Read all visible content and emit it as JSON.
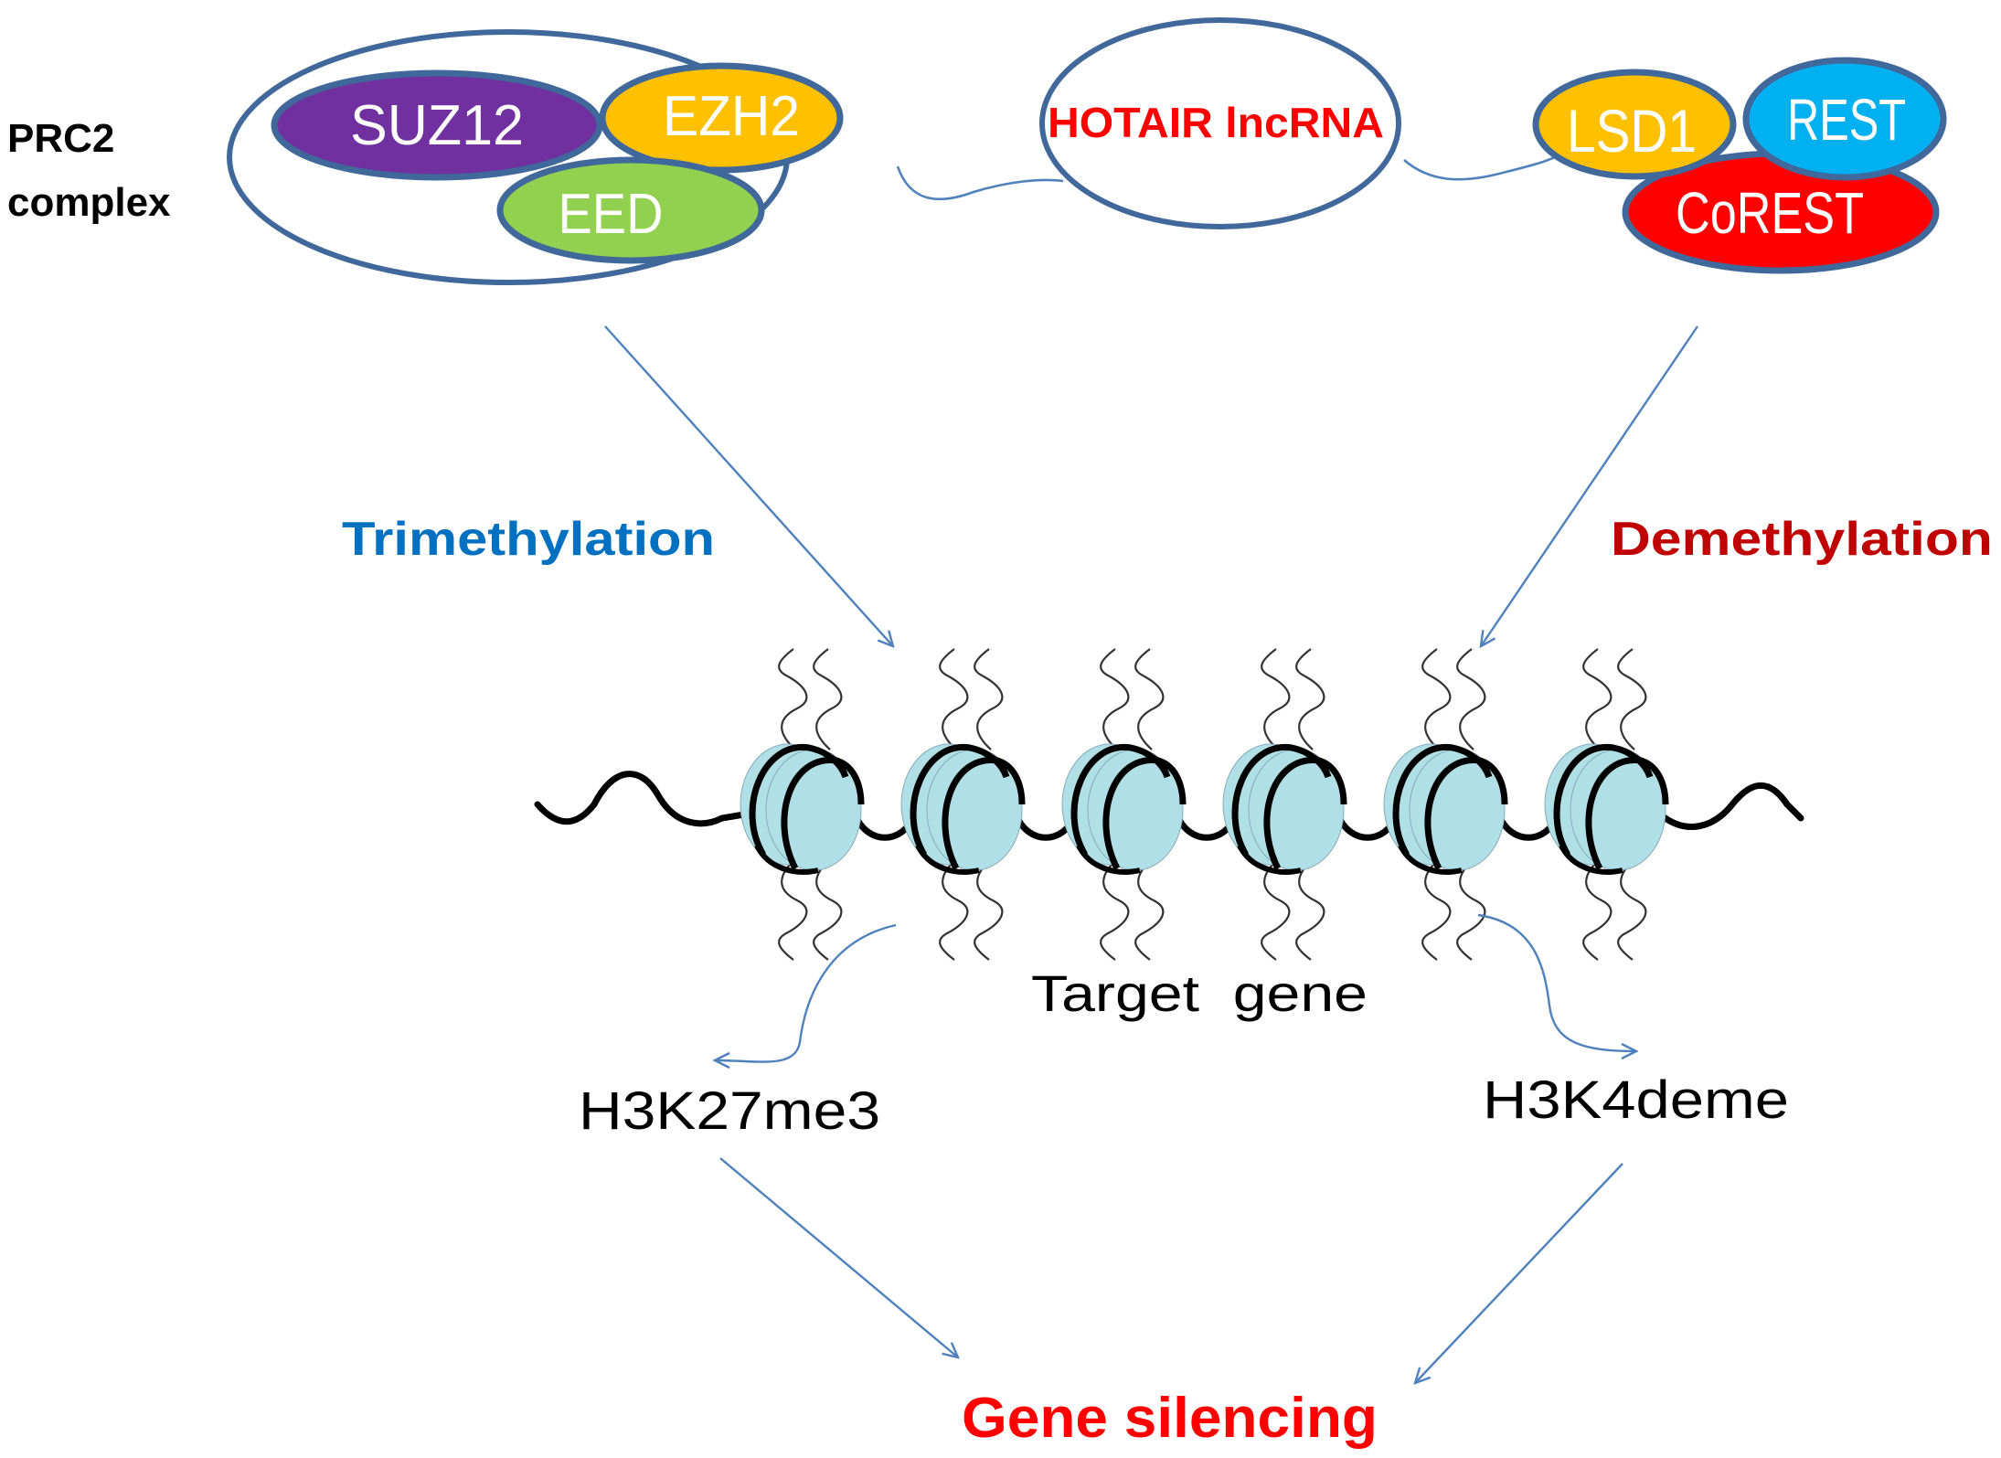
{
  "labels": {
    "prc2_line1": "PRC2",
    "prc2_line2": "complex",
    "trimethylation": "Trimethylation",
    "demethylation": "Demethylation",
    "target_gene": "Target  gene",
    "h3k27me3": "H3K27me3",
    "h3k4deme": "H3K4deme",
    "gene_silencing": "Gene silencing"
  },
  "prc2_complex": {
    "proteins": [
      {
        "name": "SUZ12",
        "color": "#7030a0"
      },
      {
        "name": "EZH2",
        "color": "#ffc000"
      },
      {
        "name": "EED",
        "color": "#92d050"
      }
    ]
  },
  "lncrna": {
    "name": "HOTAIR lncRNA",
    "text_color": "#ff0000"
  },
  "lsd1_complex": {
    "proteins": [
      {
        "name": "LSD1",
        "color": "#ffc000"
      },
      {
        "name": "REST",
        "color": "#00b0f0"
      },
      {
        "name": "CoREST",
        "color": "#ff0000"
      }
    ]
  },
  "nucleosome_count": 6,
  "colors": {
    "outline": "#41689b",
    "arrow": "#4f81bd",
    "trimethylation": "#0070c0",
    "demethylation": "#c00000",
    "gene_silencing": "#ff0000",
    "histone": "#b0e0e6",
    "text": "#000000",
    "protein_text": "#ffffff"
  }
}
